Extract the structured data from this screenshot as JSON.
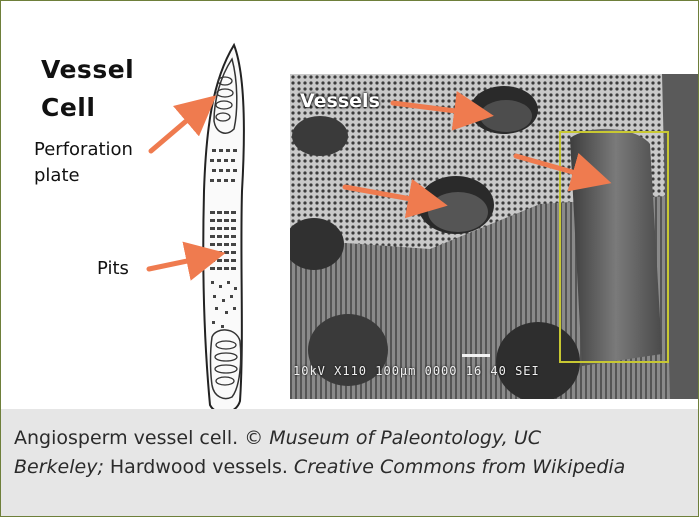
{
  "diagram": {
    "title_line1": "Vessel",
    "title_line2": "Cell",
    "label_perforation_line1": "Perforation",
    "label_perforation_line2": "plate",
    "label_pits": "Pits",
    "micrograph_label": "Vessels",
    "sem_scale_text": "10kV    X110  100µm  0000  16 40  SEI"
  },
  "caption": {
    "line1_plain": "Angiosperm vessel cell. © ",
    "line1_italic": "Museum of Paleontology, UC",
    "line2_italic_a": "Berkeley;",
    "line2_plain": " Hardwood vessels. ",
    "line2_italic_b": "Creative Commons from Wikipedia"
  },
  "colors": {
    "arrow": "#ef7b4f",
    "frame_border": "#6e7f3a",
    "caption_bg": "#e6e6e6",
    "highlight_box": "#c8c832"
  }
}
